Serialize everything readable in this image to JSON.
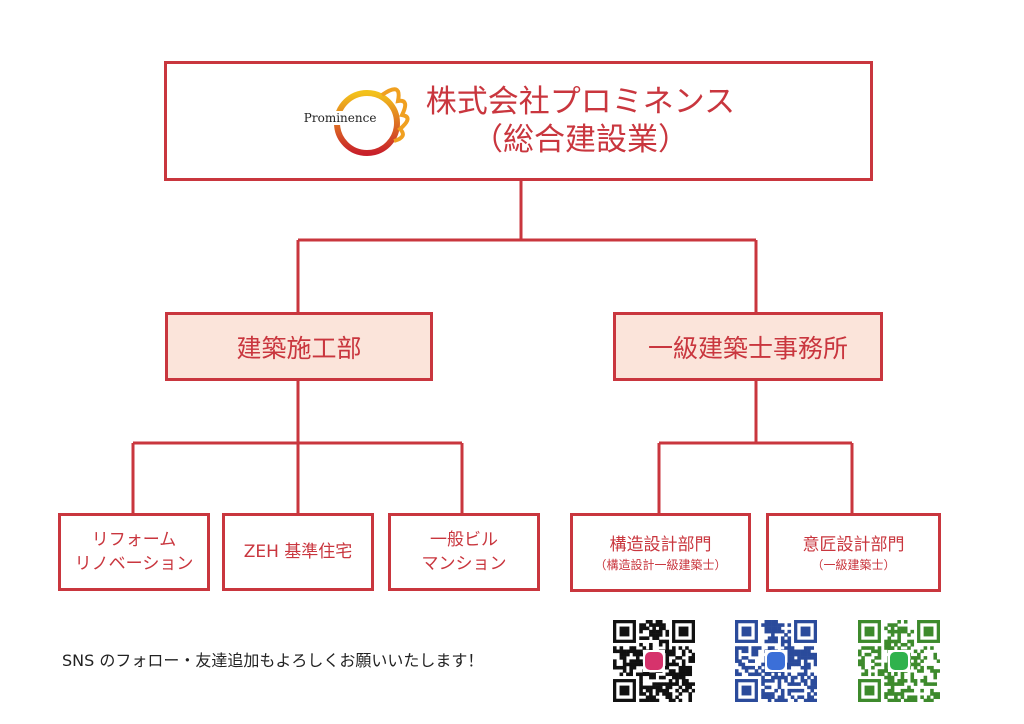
{
  "company": {
    "logo_text": "Prominence",
    "name": "株式会社プロミネンス",
    "subtitle": "（総合建設業）"
  },
  "departments": [
    {
      "name": "建築施工部",
      "children": [
        {
          "lines": [
            "リフォーム",
            "リノベーション"
          ]
        },
        {
          "lines": [
            "ZEH 基準住宅"
          ]
        },
        {
          "lines": [
            "一般ビル",
            "マンション"
          ]
        }
      ]
    },
    {
      "name": "一級建築士事務所",
      "children": [
        {
          "lines": [
            "構造設計部門"
          ],
          "note": "（構造設計一級建築士）"
        },
        {
          "lines": [
            "意匠設計部門"
          ],
          "note": "（一級建築士）"
        }
      ]
    }
  ],
  "footer": {
    "text": "SNS のフォロー・友達追加もよろしくお願いいたします！"
  },
  "qr_codes": [
    {
      "icon": "instagram-icon",
      "color": "#111111",
      "accent": "#d6336c"
    },
    {
      "icon": "facebook-icon",
      "color": "#2b4b9b",
      "accent": "#3b6fd8"
    },
    {
      "icon": "line-icon",
      "color": "#3d8a2c",
      "accent": "#2fb24c"
    }
  ],
  "colors": {
    "line": "#c9363e",
    "mid_fill": "#fbe4da"
  }
}
